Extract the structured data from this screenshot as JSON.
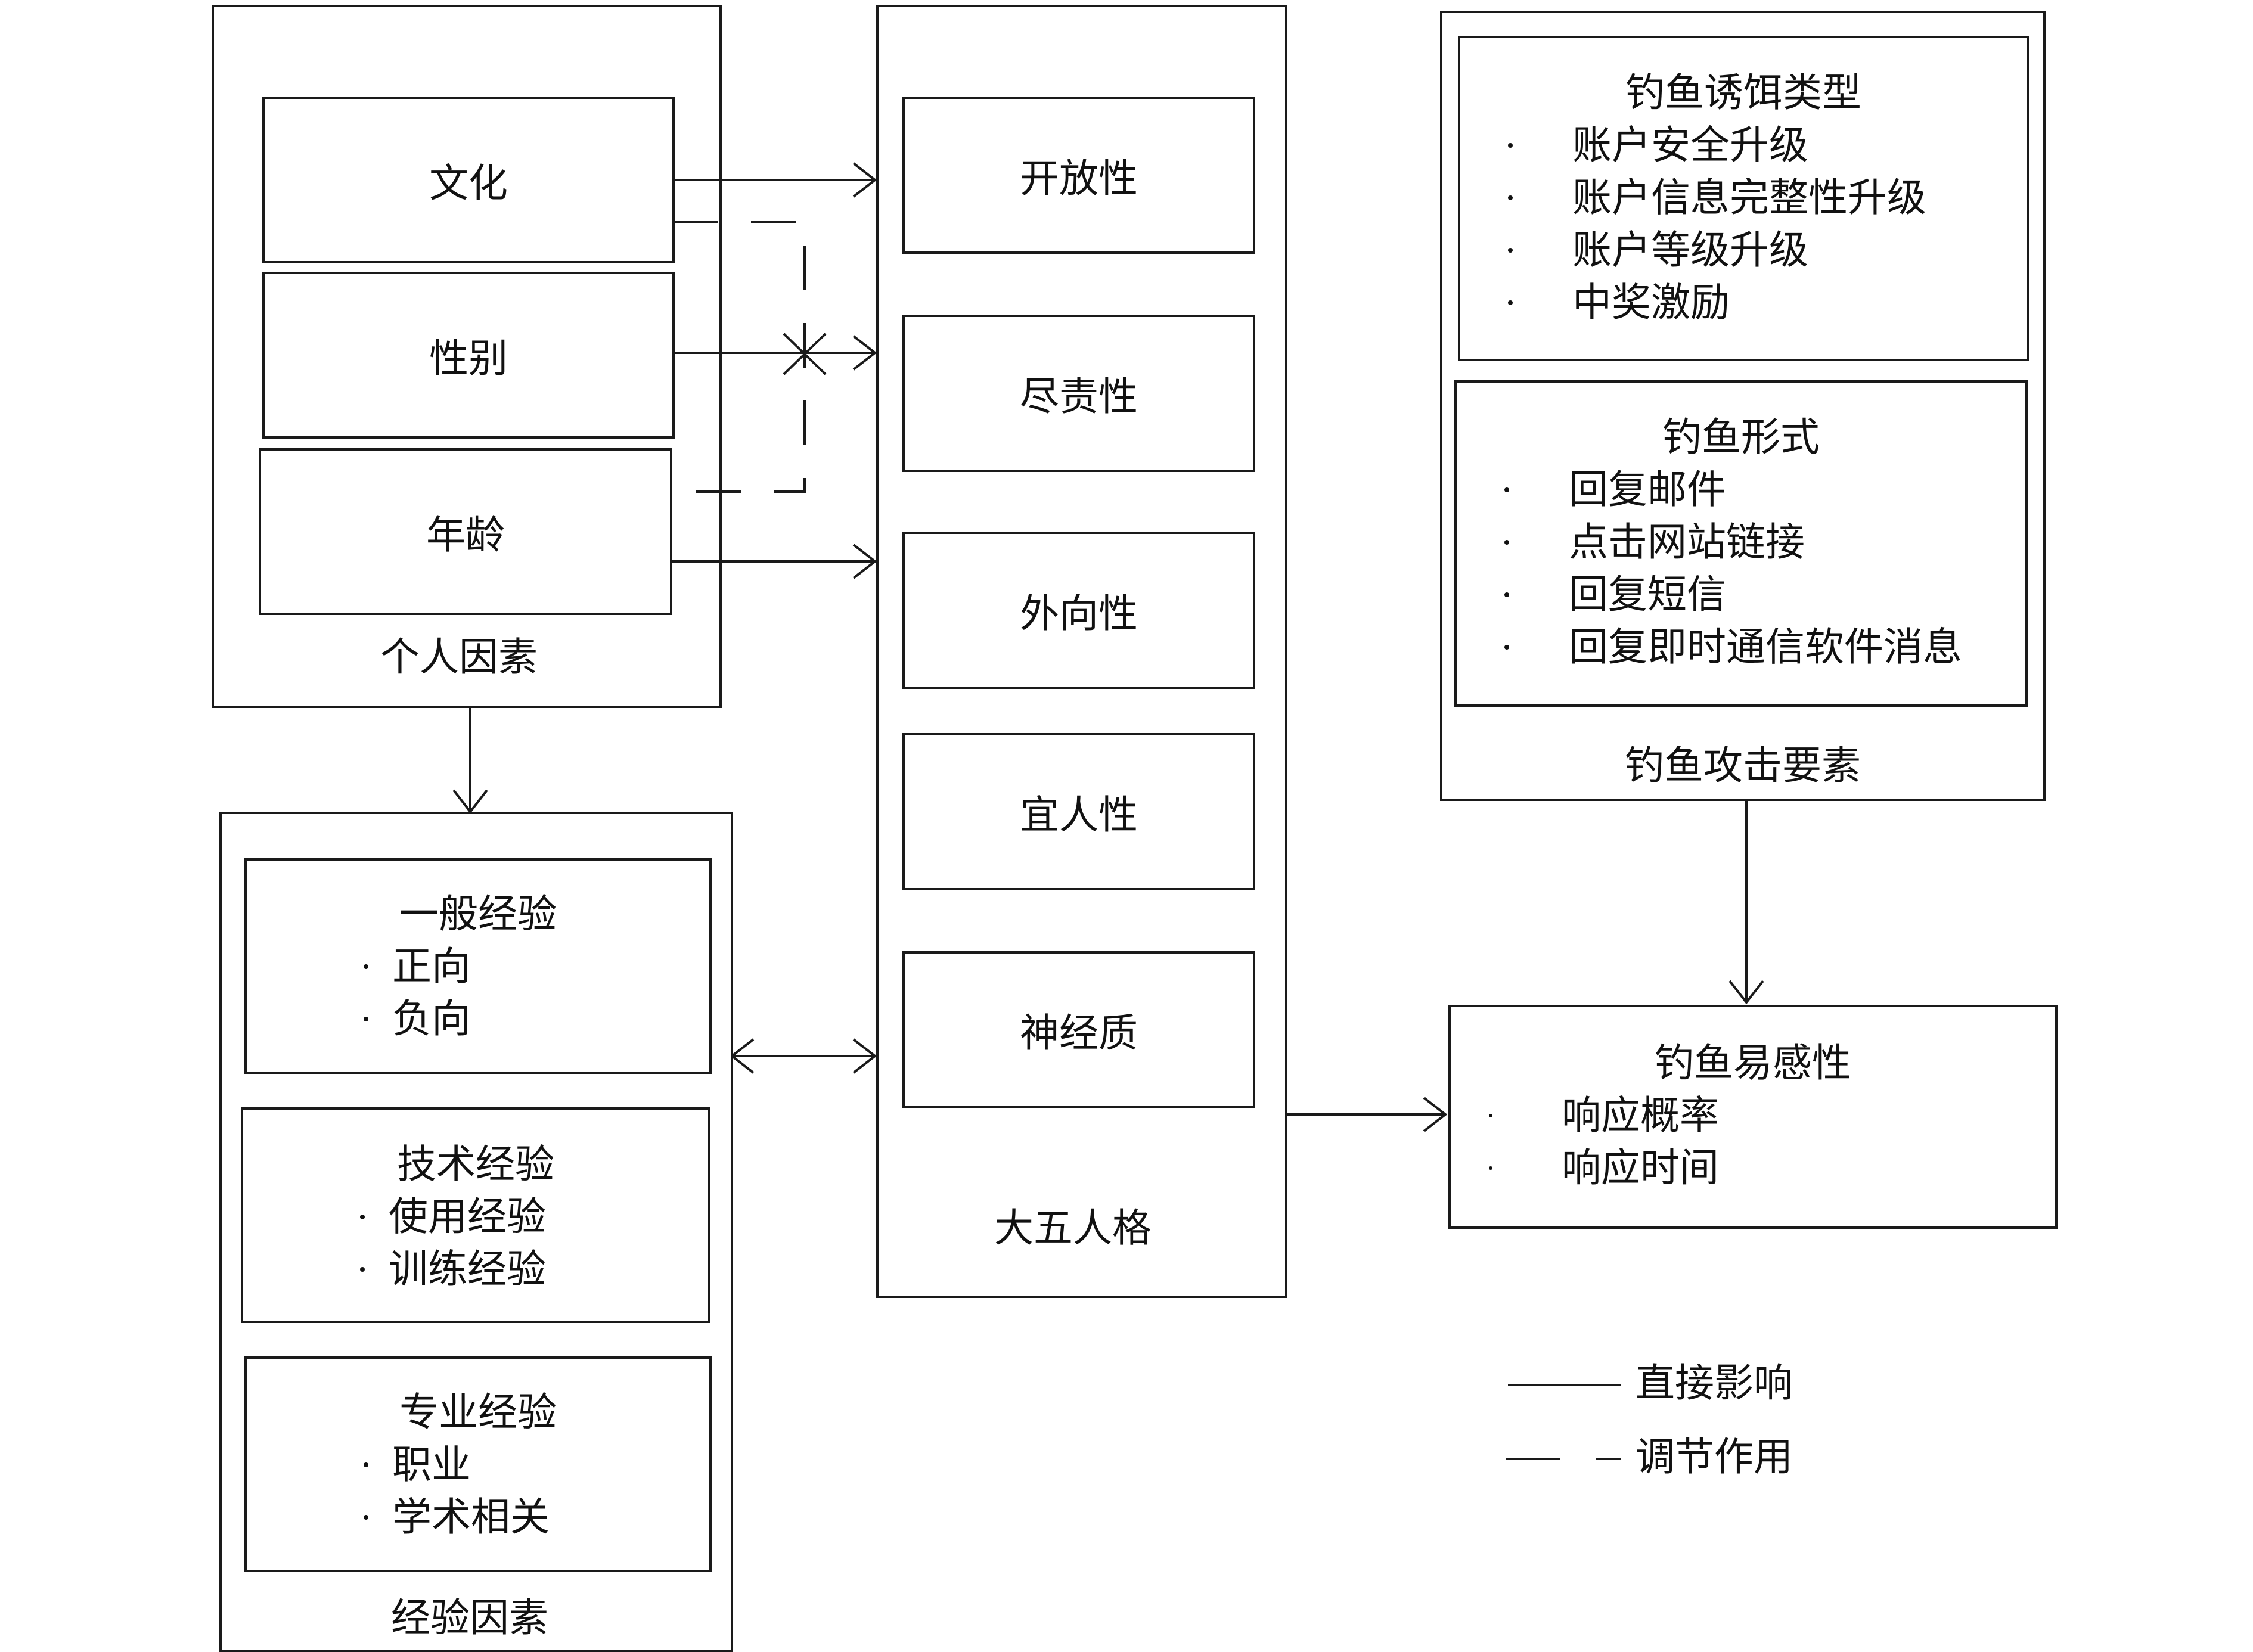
{
  "colors": {
    "line": "#1a1a1a",
    "background": "#ffffff",
    "text": "#111111"
  },
  "personal": {
    "group_label": "个人因素",
    "culture": "文化",
    "gender": "性别",
    "age": "年龄"
  },
  "big_five": {
    "group_label": "大五人格",
    "openness": "开放性",
    "conscientiousness": "尽责性",
    "extraversion": "外向性",
    "agreeableness": "宜人性",
    "neuroticism": "神经质"
  },
  "experience": {
    "group_label": "经验因素",
    "general": {
      "title": "一般经验",
      "items": [
        "正向",
        "负向"
      ]
    },
    "technical": {
      "title": "技术经验",
      "items": [
        "使用经验",
        "训练经验"
      ]
    },
    "professional": {
      "title": "专业经验",
      "items": [
        "职业",
        "学术相关"
      ]
    }
  },
  "phishing_elements": {
    "group_label": "钓鱼攻击要素",
    "lure_types": {
      "title": "钓鱼诱饵类型",
      "items": [
        "账户安全升级",
        "账户信息完整性升级",
        "账户等级升级",
        "中奖激励"
      ]
    },
    "forms": {
      "title": "钓鱼形式",
      "items": [
        "回复邮件",
        "点击网站链接",
        "回复短信",
        "回复即时通信软件消息"
      ]
    }
  },
  "susceptibility": {
    "title": "钓鱼易感性",
    "items": [
      "响应概率",
      "响应时间"
    ]
  },
  "legend": {
    "direct": "直接影响",
    "moderating": "调节作用"
  }
}
